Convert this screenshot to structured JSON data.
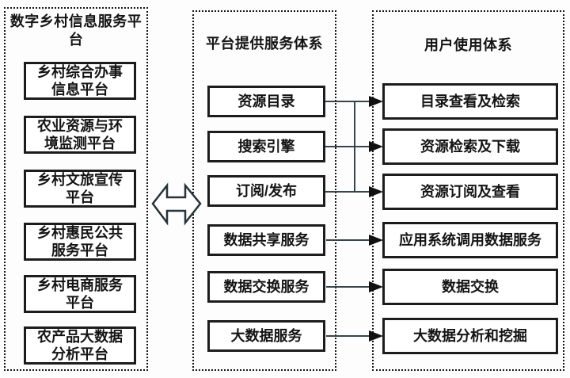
{
  "palette": {
    "ink": "#141414",
    "box_border": "#1c1c1c",
    "connector_line": "#36454c",
    "background": "#fdfdfd"
  },
  "panels": {
    "left": {
      "title": "数字乡村信息服务平\n台",
      "items": [
        "乡村综合办事\n信息平台",
        "农业资源与环\n境监测平台",
        "乡村文旅宣传\n平台",
        "乡村惠民公共\n服务平台",
        "乡村电商服务\n平台",
        "农产品大数据\n分析平台"
      ]
    },
    "middle": {
      "title": "平台提供服务体系",
      "items": [
        "资源目录",
        "搜索引擎",
        "订阅/发布",
        "数据共享服务",
        "数据交换服务",
        "大数据服务"
      ]
    },
    "right": {
      "title": "用户使用体系",
      "items": [
        "目录查看及检索",
        "资源检索及下载",
        "资源订阅及查看",
        "应用系统调用数据服务",
        "数据交换",
        "大数据分析和挖掘"
      ]
    }
  },
  "connections": {
    "left_middle": "bidirectional-double-arrow",
    "bus_rows": [
      {
        "from": "资源目录",
        "to": "目录查看及检索"
      },
      {
        "from": "搜索引擎",
        "to": "资源检索及下载"
      },
      {
        "from": "订阅/发布",
        "to": "资源订阅及查看"
      }
    ],
    "direct_rows": [
      {
        "from": "数据共享服务",
        "to": "应用系统调用数据服务"
      },
      {
        "from": "数据交换服务",
        "to": "数据交换"
      },
      {
        "from": "大数据服务",
        "to": "大数据分析和挖掘"
      }
    ]
  }
}
